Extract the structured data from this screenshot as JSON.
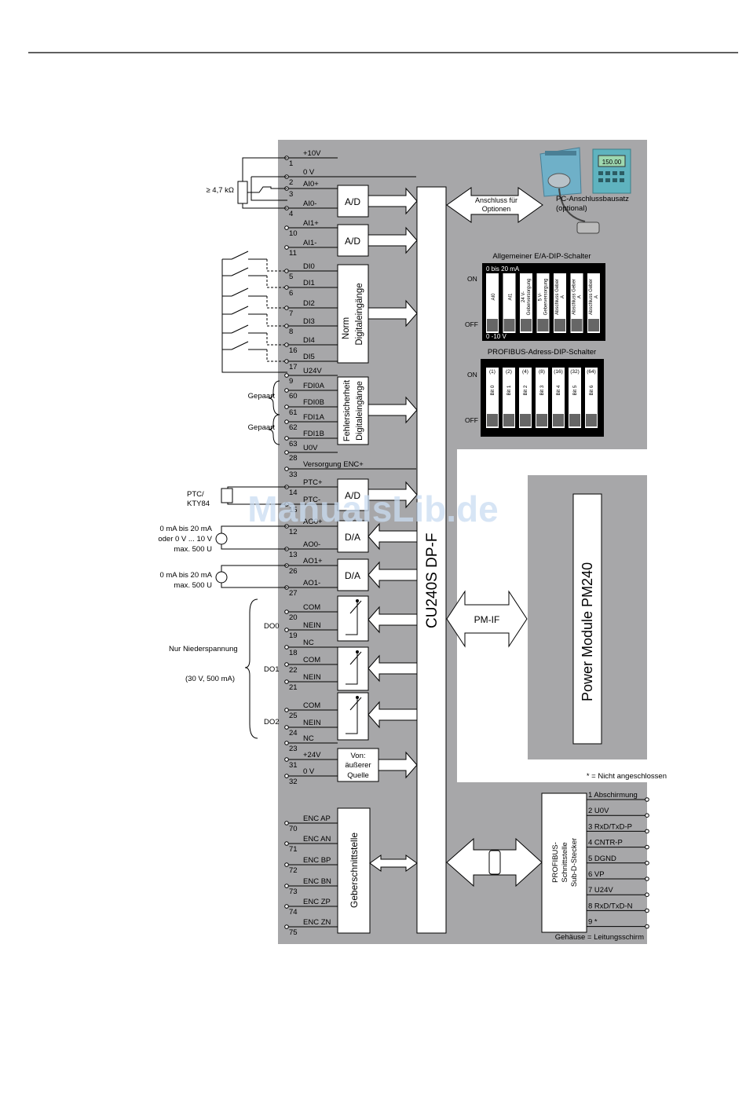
{
  "terminals_left": [
    {
      "num": "1",
      "label": "+10V"
    },
    {
      "num": "2",
      "label": "0 V"
    },
    {
      "num": "3",
      "label": "AI0+"
    },
    {
      "num": "4",
      "label": "AI0-"
    },
    {
      "num": "10",
      "label": "AI1+"
    },
    {
      "num": "11",
      "label": "AI1-"
    },
    {
      "num": "5",
      "label": "DI0"
    },
    {
      "num": "6",
      "label": "DI1"
    },
    {
      "num": "7",
      "label": "DI2"
    },
    {
      "num": "8",
      "label": "DI3"
    },
    {
      "num": "16",
      "label": "DI4"
    },
    {
      "num": "17",
      "label": "DI5"
    },
    {
      "num": "9",
      "label": "U24V"
    },
    {
      "num": "60",
      "label": "FDI0A"
    },
    {
      "num": "61",
      "label": "FDI0B"
    },
    {
      "num": "62",
      "label": "FDI1A"
    },
    {
      "num": "63",
      "label": "FDI1B"
    },
    {
      "num": "28",
      "label": "U0V"
    },
    {
      "num": "33",
      "label": "Versorgung ENC+"
    },
    {
      "num": "14",
      "label": "PTC+"
    },
    {
      "num": "15",
      "label": "PTC-"
    },
    {
      "num": "12",
      "label": "AO0+"
    },
    {
      "num": "13",
      "label": "AO0-"
    },
    {
      "num": "26",
      "label": "AO1+"
    },
    {
      "num": "27",
      "label": "AO1-"
    },
    {
      "num": "20",
      "label": "COM"
    },
    {
      "num": "19",
      "label": "NEIN"
    },
    {
      "num": "18",
      "label": "NC"
    },
    {
      "num": "22",
      "label": "COM"
    },
    {
      "num": "21",
      "label": "NEIN"
    },
    {
      "num": "25",
      "label": "COM"
    },
    {
      "num": "24",
      "label": "NEIN"
    },
    {
      "num": "23",
      "label": "NC"
    },
    {
      "num": "31",
      "label": "+24V"
    },
    {
      "num": "32",
      "label": "0 V"
    },
    {
      "num": "70",
      "label": "ENC AP"
    },
    {
      "num": "71",
      "label": "ENC AN"
    },
    {
      "num": "72",
      "label": "ENC BP"
    },
    {
      "num": "73",
      "label": "ENC BN"
    },
    {
      "num": "74",
      "label": "ENC ZP"
    },
    {
      "num": "75",
      "label": "ENC ZN"
    }
  ],
  "external": {
    "potentiometer": "≥ 4,7 kΩ",
    "gepaart1": "Gepaart",
    "gepaart2": "Gepaart",
    "ptc_line1": "PTC/",
    "ptc_line2": "KTY84",
    "ao0_line1": "0 mA bis 20 mA",
    "ao0_line2": "oder 0 V ... 10 V",
    "ao0_line3": "max. 500 U",
    "ao1_line1": "0 mA bis 20 mA",
    "ao1_line2": "max. 500 U",
    "do0": "DO0",
    "do1": "DO1",
    "do2": "DO2",
    "nieder": "Nur Niederspannung",
    "rating": "(30 V, 500 mA)"
  },
  "blocks": {
    "ad1": "A/D",
    "ad2": "A/D",
    "ad3": "A/D",
    "da1": "D/A",
    "da2": "D/A",
    "norm_line1": "Norm",
    "norm_line2": "Digitaleingänge",
    "fs_line1": "Fehlersicherheit",
    "fs_line2": "Digitaleingänge",
    "von_line1": "Von:",
    "von_line2": "äußerer",
    "von_line3": "Quelle",
    "geber": "Geberschnittstelle",
    "cu": "CU240S DP-F",
    "pm": "Power Module PM240",
    "pmif": "PM-IF"
  },
  "options": {
    "anschluss_line1": "Anschluss für",
    "anschluss_line2": "Optionen",
    "pc_line1": "PC-Anschlussbausatz",
    "pc_line2": "(optional)",
    "display": "150.00"
  },
  "dip_ea": {
    "title": "Allgemeiner E/A-DIP-Schalter",
    "on": "ON",
    "off": "OFF",
    "top_note": "0 bis 20 mA",
    "bottom_note": "0 -10 V",
    "switches": [
      "AI0",
      "AI1",
      "24 V- Geberversorgung",
      "5 V- Geberversorgung",
      "Abschluss Geber A",
      "Abschluss Geber A",
      "Abschluss Geber A"
    ]
  },
  "dip_profibus": {
    "title": "PROFIBUS-Adress-DIP-Schalter",
    "on": "ON",
    "off": "OFF",
    "values": [
      "(1)",
      "(2)",
      "(4)",
      "(8)",
      "(16)",
      "(32)",
      "(64)"
    ],
    "bits": [
      "Bit 0",
      "Bit 1",
      "Bit 2",
      "Bit 3",
      "Bit 4",
      "Bit 5",
      "Bit 6"
    ]
  },
  "profibus": {
    "note": "* = Nicht angeschlossen",
    "conn_line1": "PROFIBUS-",
    "conn_line2": "Schnittstelle",
    "conn_line3": "Sub-D-Stecker",
    "pins": [
      "1 Abschirmung",
      "2 U0V",
      "3 RxD/TxD-P",
      "4 CNTR-P",
      "5 DGND",
      "6 VP",
      "7 U24V",
      "8 RxD/TxD-N",
      "9 *"
    ],
    "housing": "Gehäuse = Leitungsschirm"
  },
  "watermark": "ManualsLib.de"
}
